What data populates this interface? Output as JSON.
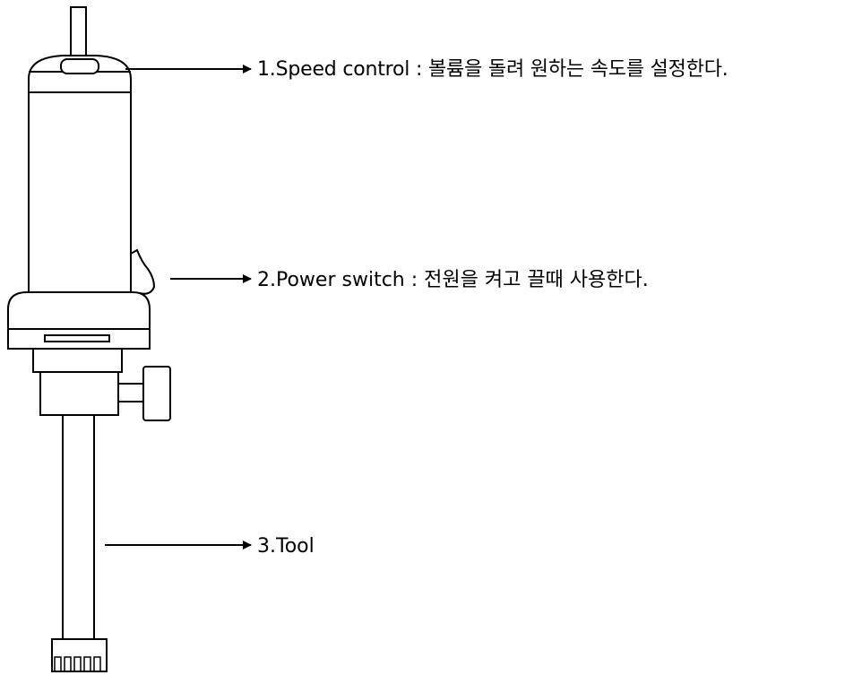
{
  "labels": {
    "speed_control": "1.Speed control : 볼륨을 돌려 원하는 속도를 설정한다.",
    "power_switch": "2.Power switch : 전원을 켜고 끌때 사용한다.",
    "tool": "3.Tool"
  },
  "colors": {
    "line": "#000000",
    "background": "#ffffff"
  }
}
